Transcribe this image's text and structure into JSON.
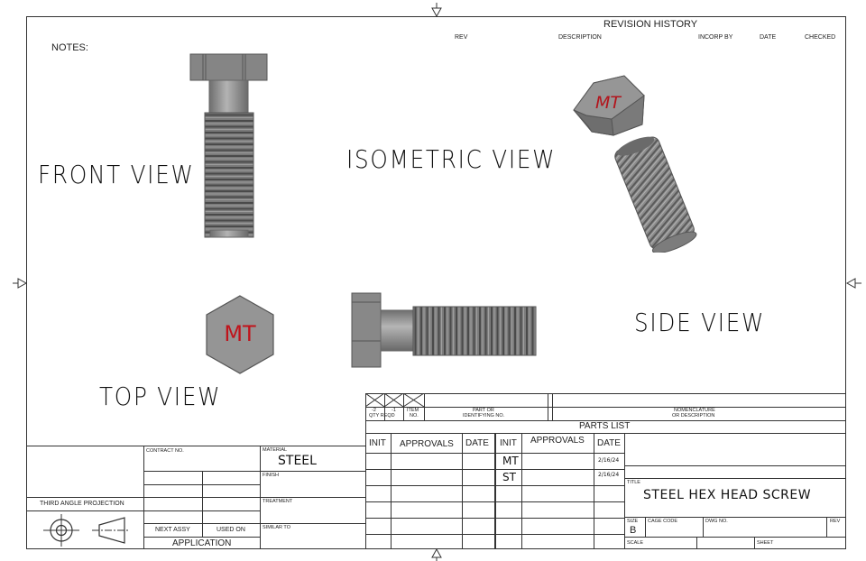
{
  "notes_label": "NOTES:",
  "revision_history": {
    "title": "REVISION HISTORY",
    "columns": [
      "REV",
      "DESCRIPTION",
      "INCORP BY",
      "DATE",
      "CHECKED"
    ]
  },
  "views": {
    "front": "FRONT VIEW",
    "isometric": "ISOMETRIC VIEW",
    "side": "SIDE VIEW",
    "top": "TOP VIEW"
  },
  "part_marking": "MT",
  "parts_list": {
    "title": "PARTS LIST",
    "qty_cols": [
      "-2",
      "-1"
    ],
    "qty_label": "QTY REQD",
    "item_no_label_1": "ITEM",
    "item_no_label_2": "NO.",
    "part_no_label_1": "PART OR",
    "part_no_label_2": "IDENTIFYING NO.",
    "nomenclature_label_1": "NOMENCLATURE",
    "nomenclature_label_2": "OR DESCRIPTION"
  },
  "approvals_left": {
    "init": "INIT",
    "approvals": "APPROVALS",
    "date": "DATE"
  },
  "approvals_right": {
    "init": "INIT",
    "approvals": "APPROVALS",
    "date": "DATE",
    "rows": [
      {
        "init": "MT",
        "date": "2/16/24"
      },
      {
        "init": "ST",
        "date": "2/16/24"
      }
    ]
  },
  "title_block": {
    "contract_no_label": "CONTRACT NO.",
    "material_label": "MATERIAL",
    "material_value": "STEEL",
    "finish_label": "FINISH",
    "treatment_label": "TREATMENT",
    "similar_to_label": "SIMILAR TO",
    "next_assy_label": "NEXT ASSY",
    "used_on_label": "USED ON",
    "application_label": "APPLICATION",
    "projection_label": "THIRD ANGLE PROJECTION",
    "title_label": "TITLE",
    "title_value": "STEEL HEX HEAD SCREW",
    "size_label": "SIZE",
    "size_value": "B",
    "cage_code_label": "CAGE CODE",
    "dwg_no_label": "DWG NO.",
    "rev_label": "REV",
    "scale_label": "SCALE",
    "sheet_label": "SHEET"
  },
  "colors": {
    "marking_red": "#b3141c",
    "steel_gray": "#8a8a8a",
    "line": "#333333"
  }
}
